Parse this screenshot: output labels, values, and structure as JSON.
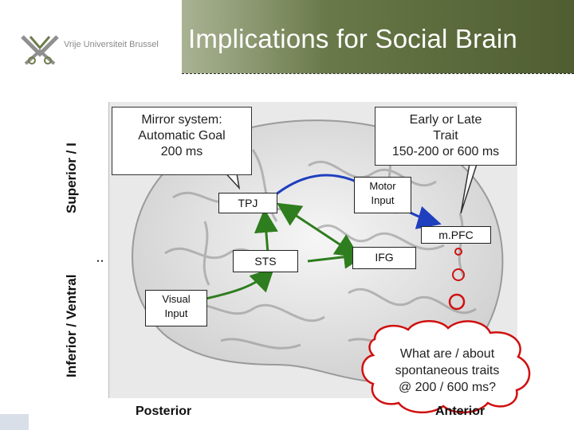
{
  "header": {
    "title": "Implications for Social Brain",
    "logo_text": "Vrije Universiteit Brussel"
  },
  "axes": {
    "superior": "Superior / I",
    "inferior": "Inferior / Ventral",
    "posterior": "Posterior",
    "anterior": "Anterior",
    "colon": ":"
  },
  "callouts": {
    "mirror": {
      "line1": "Mirror system:",
      "line2": "Automatic Goal",
      "line3": "200 ms"
    },
    "early": {
      "line1": "Early or Late",
      "line2": "Trait",
      "line3": "150-200 or 600 ms"
    }
  },
  "regions": {
    "tpj": "TPJ",
    "sts": "STS",
    "ifg": "IFG",
    "mpfc": "m.PFC",
    "motor_line1": "Motor",
    "motor_line2": "Input",
    "visual_line1": "Visual",
    "visual_line2": "Input"
  },
  "cloud": {
    "line1": "What are / about",
    "line2": "spontaneous traits",
    "line3": "@ 200 / 600 ms?"
  },
  "colors": {
    "header": "#5f6e3f",
    "arrow_green": "#2e7d1e",
    "arrow_blue": "#1f3fbf",
    "circle_red": "#d01010"
  }
}
